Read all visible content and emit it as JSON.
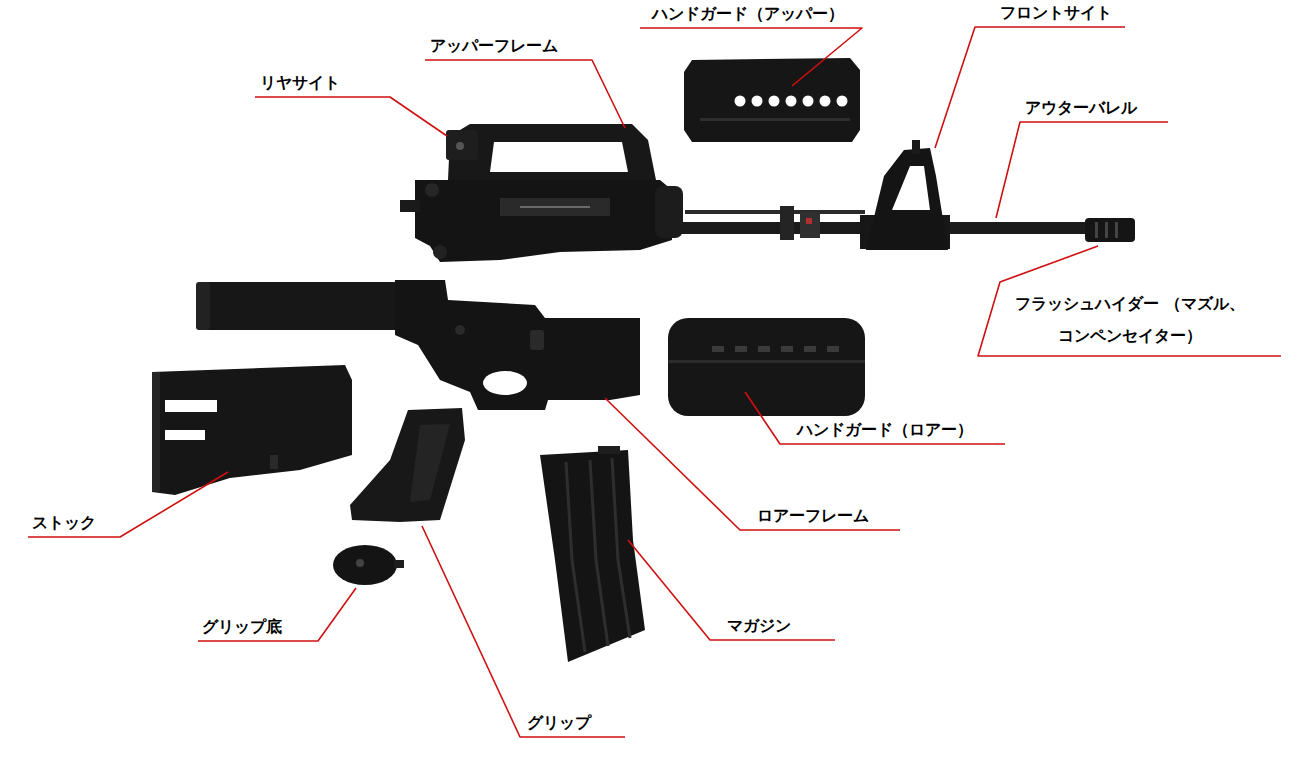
{
  "diagram": {
    "labels": [
      "ハンドガード（アッパー）",
      "フロントサイト",
      "アッパーフレーム",
      "リヤサイト",
      "アウターバレル",
      "フラッシュハイダー （マズル、コンペンセイター）",
      "ハンドガード（ロアー）",
      "ストック",
      "ロアーフレーム",
      "マガジン",
      "グリップ底",
      "グリップ"
    ]
  }
}
